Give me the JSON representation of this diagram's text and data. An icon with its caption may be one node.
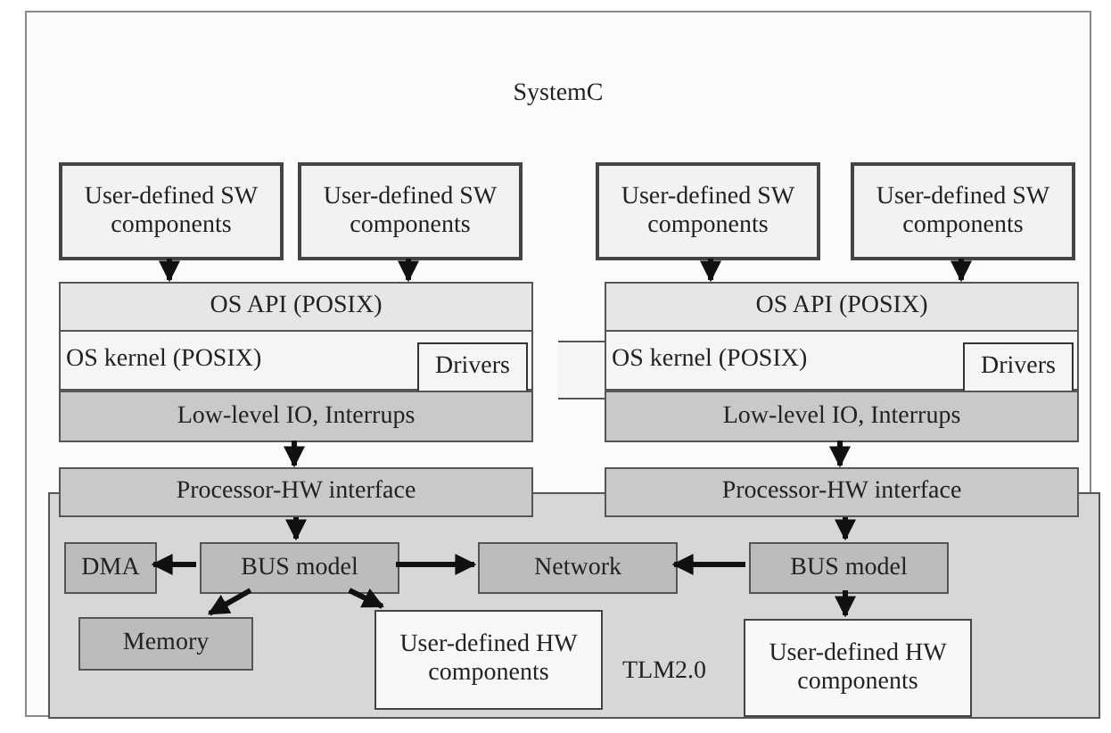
{
  "diagram": {
    "nodes": [
      {
        "text": [
          "SystemC"
        ]
      },
      {
        "text": [
          "User-defined SW components"
        ],
        "in": 0
      },
      {
        "text": [
          "User-defined SW components"
        ],
        "in": 0
      },
      {
        "text": [
          "OS API (POSIX)"
        ],
        "in": 0
      },
      {
        "text": [
          "OS kernel (POSIX)"
        ],
        "in": 0
      },
      {
        "text": [
          "Drivers"
        ],
        "in": 4
      },
      {
        "text": [
          "Low-level IO, Interrups"
        ],
        "in": 0
      },
      {
        "text": [
          "User-defined SW components"
        ],
        "in": 0
      },
      {
        "text": [
          "User-defined SW components"
        ],
        "in": 0
      },
      {
        "text": [
          "OS API (POSIX)"
        ],
        "in": 0
      },
      {
        "text": [
          "OS kernel (POSIX)"
        ],
        "in": 0
      },
      {
        "text": [
          "Drivers"
        ],
        "in": 10
      },
      {
        "text": [
          "Low-level IO, Interrups"
        ],
        "in": 0
      },
      {
        "text": [
          "Processor-HW interface"
        ],
        "in": 0
      },
      {
        "text": [
          "Processor-HW interface"
        ],
        "in": 0
      },
      {
        "text": [
          "TLM2.0"
        ],
        "in": 0
      },
      {
        "text": [
          "DMA"
        ],
        "in": 15
      },
      {
        "text": [
          "BUS model"
        ],
        "in": 15
      },
      {
        "text": [
          "Network"
        ],
        "in": 15
      },
      {
        "text": [
          "BUS model"
        ],
        "in": 15
      },
      {
        "text": [
          "Memory"
        ],
        "in": 15
      },
      {
        "text": [
          "User-defined HW components"
        ],
        "in": 15
      },
      {
        "text": [
          "User-defined HW components"
        ],
        "in": 15
      }
    ],
    "edges": [
      {
        "from": 1,
        "to": 3,
        "arrow": "to"
      },
      {
        "from": 2,
        "to": 3,
        "arrow": "to"
      },
      {
        "from": 7,
        "to": 9,
        "arrow": "to"
      },
      {
        "from": 8,
        "to": 9,
        "arrow": "to"
      },
      {
        "from": 6,
        "to": 13,
        "arrow": "to"
      },
      {
        "from": 12,
        "to": 14,
        "arrow": "to"
      },
      {
        "from": 13,
        "to": 17,
        "arrow": "to"
      },
      {
        "from": 14,
        "to": 19,
        "arrow": "to"
      },
      {
        "from": 17,
        "to": 16,
        "arrow": "to"
      },
      {
        "from": 17,
        "to": 18,
        "arrow": "to"
      },
      {
        "from": 19,
        "to": 18,
        "arrow": "to"
      },
      {
        "from": 17,
        "to": 20,
        "arrow": "to"
      },
      {
        "from": 17,
        "to": 21,
        "arrow": "to"
      },
      {
        "from": 19,
        "to": 22,
        "arrow": "to"
      }
    ]
  }
}
